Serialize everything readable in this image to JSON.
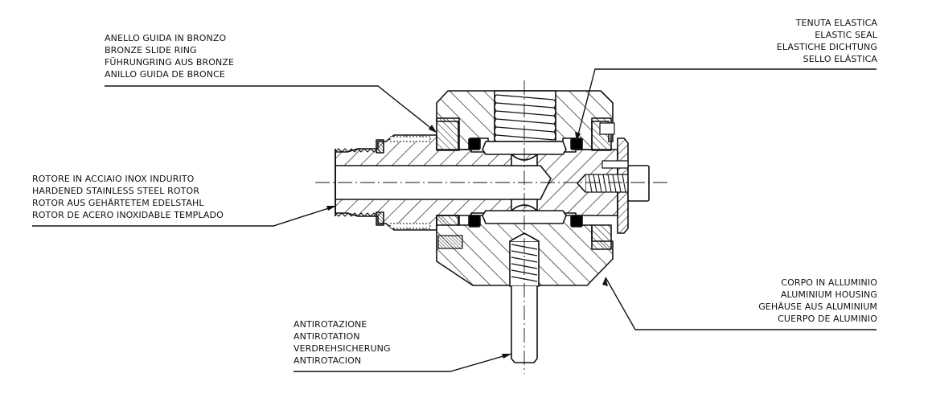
{
  "drawing": {
    "title": "Rotary union cross-section",
    "labels": {
      "slide_ring": {
        "lines": [
          "ANELLO GUIDA IN BRONZO",
          "BRONZE SLIDE RING",
          "FÜHRUNGRING AUS BRONZE",
          "ANILLO GUIDA DE BRONCE"
        ]
      },
      "elastic_seal": {
        "lines": [
          "TENUTA ELASTICA",
          "ELASTIC SEAL",
          "ELASTICHE DICHTUNG",
          "SELLO ELÁSTICA"
        ]
      },
      "rotor": {
        "lines": [
          "ROTORE IN ACCIAIO INOX INDURITO",
          "HARDENED STAINLESS STEEL ROTOR",
          "ROTOR AUS GEHÄRTETEM EDELSTAHL",
          "ROTOR DE ACERO INOXIDABLE TEMPLADO"
        ]
      },
      "housing": {
        "lines": [
          "CORPO IN ALLUMINIO",
          "ALUMINIUM HOUSING",
          "GEHÄUSE AUS ALUMINIUM",
          "CUERPO DE ALUMINIO"
        ]
      },
      "antirotation": {
        "lines": [
          "ANTIROTAZIONE",
          "ANTIROTATION",
          "VERDREHSICHERUNG",
          "ANTIROTACION"
        ]
      }
    },
    "colors": {
      "line": "#111111",
      "seal_fill": "#000000",
      "background": "#ffffff"
    }
  }
}
